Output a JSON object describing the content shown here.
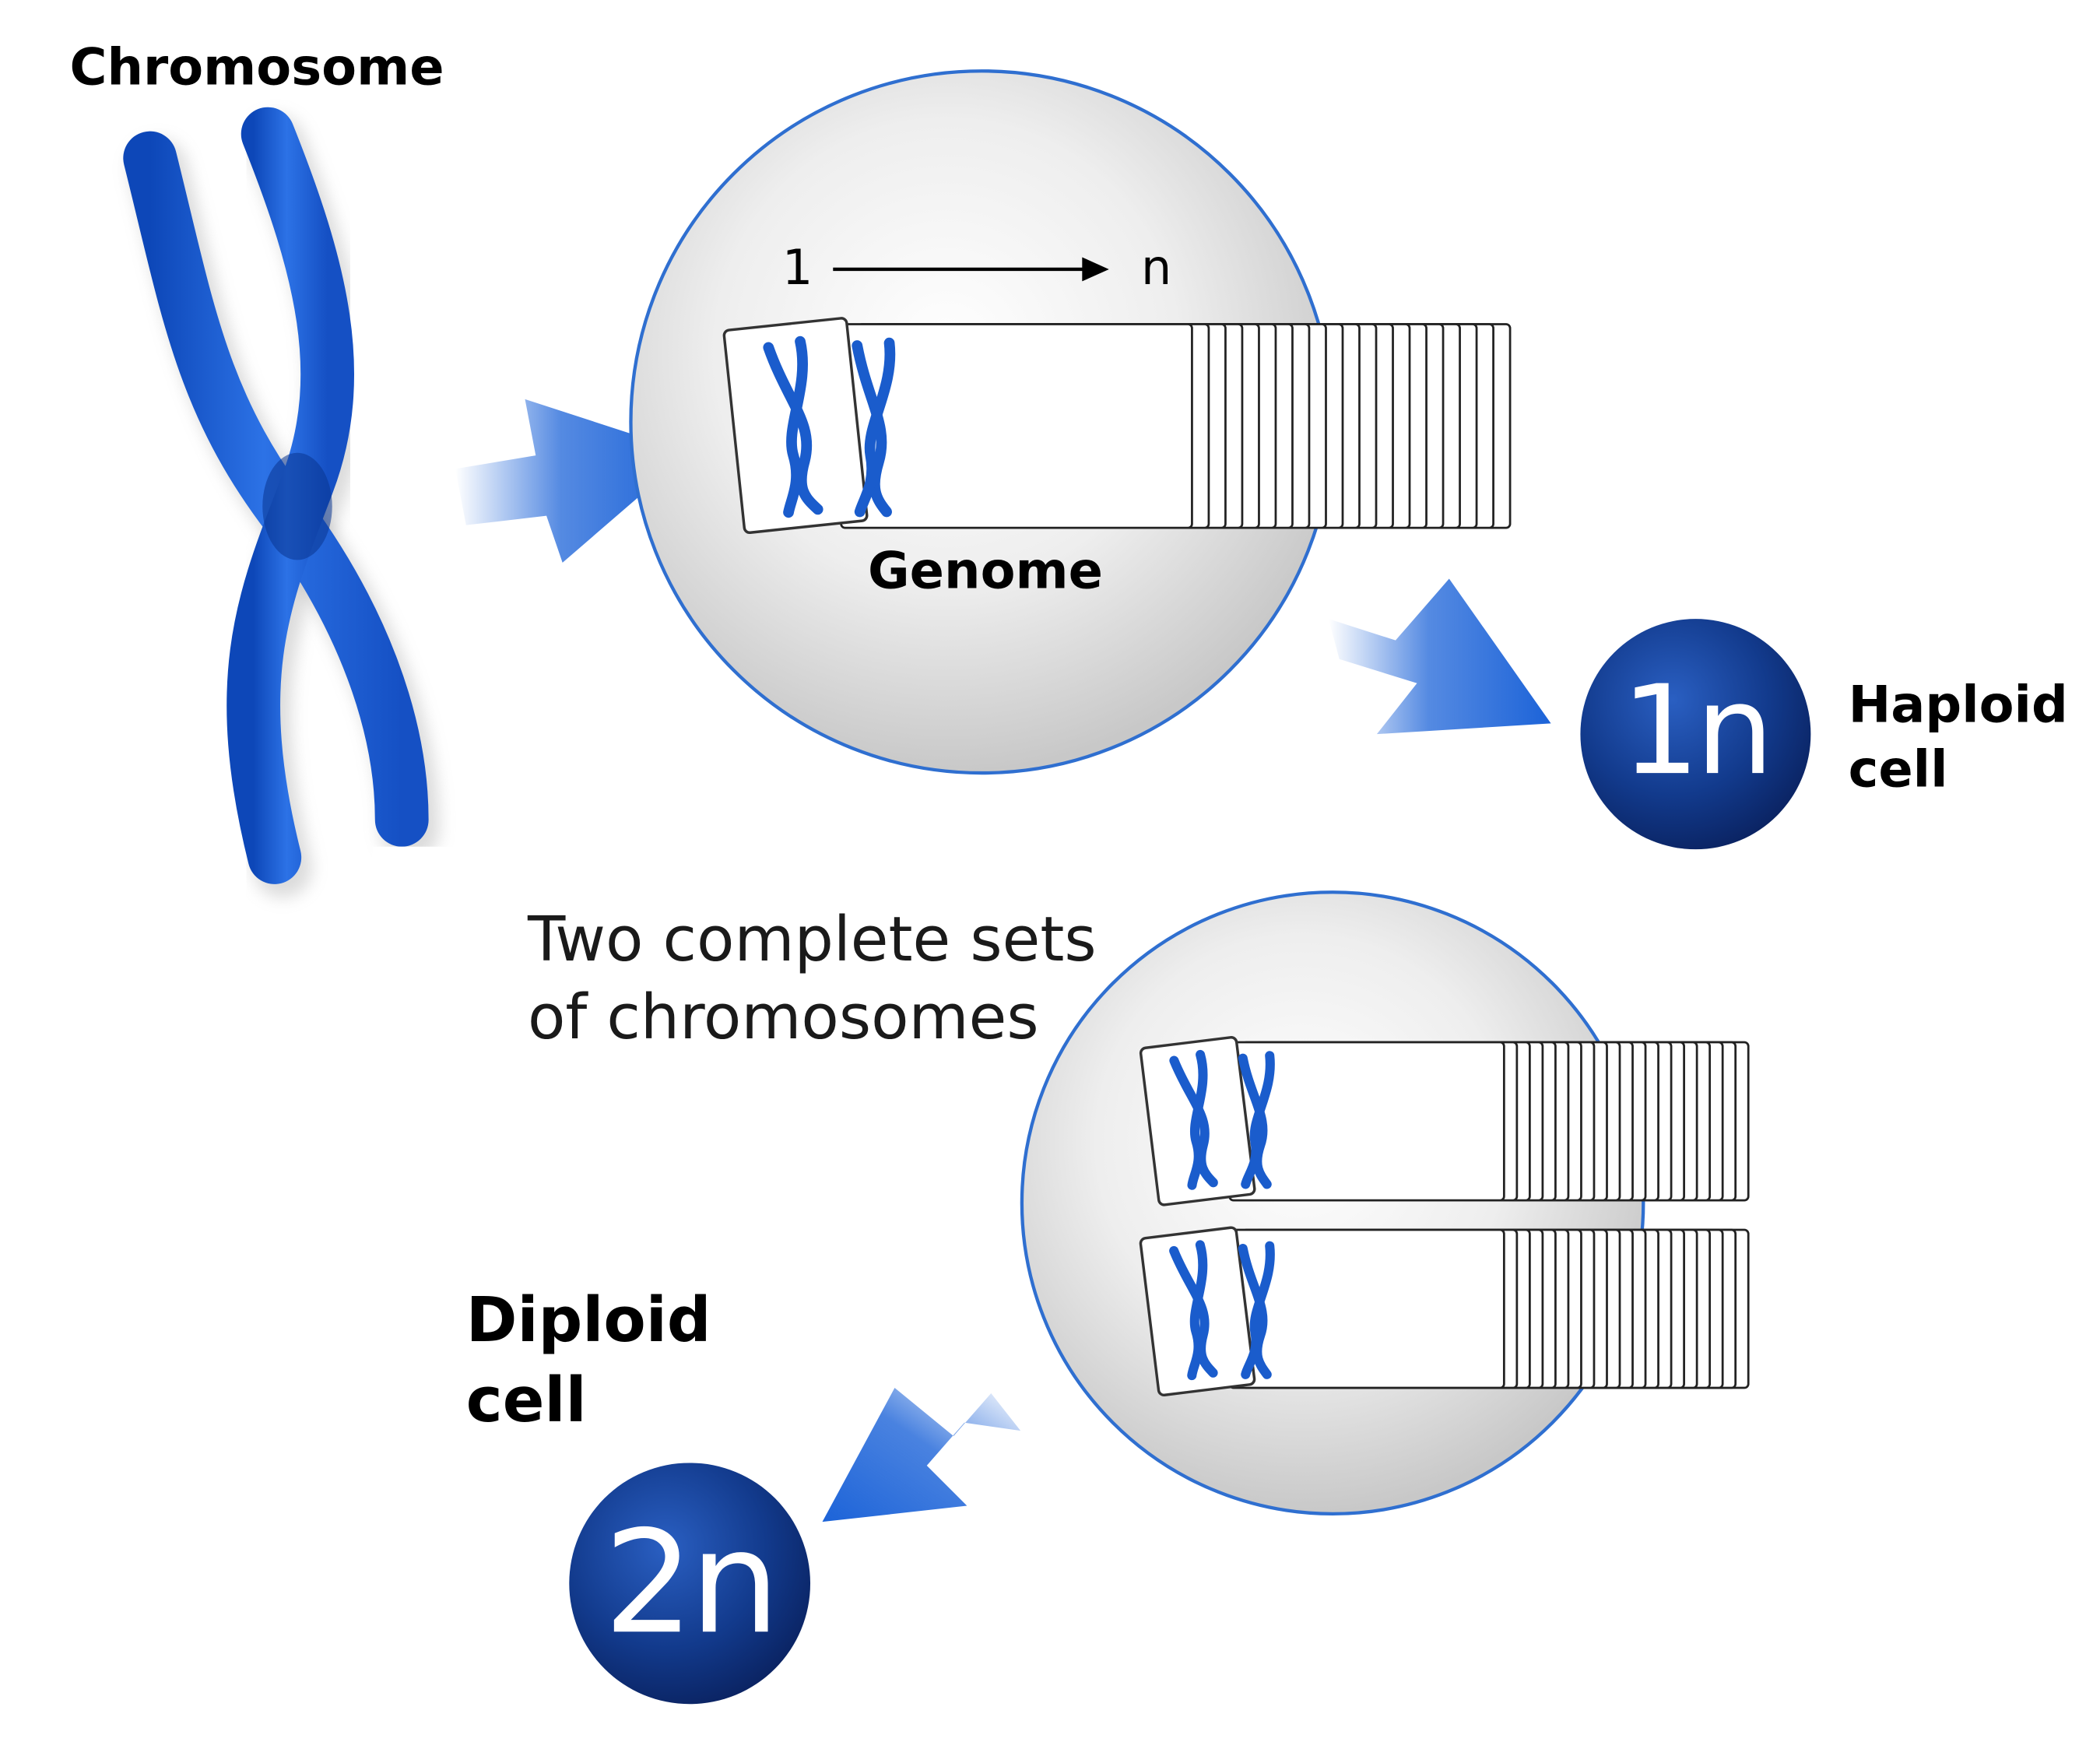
{
  "labels": {
    "chromosome": "Chromosome",
    "genome": "Genome",
    "range_start": "1",
    "range_end": "n",
    "haploid_line1": "Haploid",
    "haploid_line2": "cell",
    "diploid_line1": "Diploid",
    "diploid_line2": "cell",
    "two_sets_line1": "Two complete sets",
    "two_sets_line2": "of chromosomes",
    "haploid_badge": "1n",
    "diploid_badge": "2n"
  },
  "colors": {
    "chromosome_blue": "#1f5fd6",
    "chromosome_dark": "#0c3b9e",
    "arrow_blue": "#1c63d8",
    "badge_navy": "#0d2a6e",
    "cell_ring": "#2f6fd0"
  },
  "icons": {
    "chromosome": "chromosome-x-shape",
    "arrow": "block-arrow",
    "card": "chromosome-card"
  },
  "structure": {
    "top_genome_cards": 20,
    "lower_set_cards": 20,
    "lower_set_rows": 2
  }
}
